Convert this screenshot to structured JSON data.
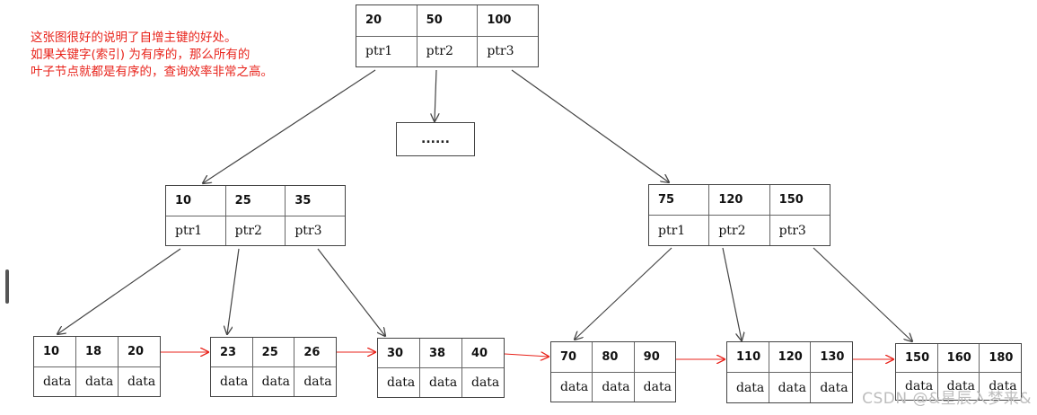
{
  "annotation": {
    "lines": [
      "这张图很好的说明了自增主键的好处。",
      "如果关键字(索引) 为有序的，那么所有的",
      "叶子节点就都是有序的，查询效率非常之高。"
    ],
    "color": "#e8231b"
  },
  "root": {
    "keys": [
      "20",
      "50",
      "100"
    ],
    "ptrs": [
      "ptr1",
      "ptr2",
      "ptr3"
    ]
  },
  "ellipsis": {
    "label": "......"
  },
  "internal_left": {
    "keys": [
      "10",
      "25",
      "35"
    ],
    "ptrs": [
      "ptr1",
      "ptr2",
      "ptr3"
    ]
  },
  "internal_right": {
    "keys": [
      "75",
      "120",
      "150"
    ],
    "ptrs": [
      "ptr1",
      "ptr2",
      "ptr3"
    ]
  },
  "leaves": [
    {
      "keys": [
        "10",
        "18",
        "20"
      ],
      "datas": [
        "data",
        "data",
        "data"
      ]
    },
    {
      "keys": [
        "23",
        "25",
        "26"
      ],
      "datas": [
        "data",
        "data",
        "data"
      ]
    },
    {
      "keys": [
        "30",
        "38",
        "40"
      ],
      "datas": [
        "data",
        "data",
        "data"
      ]
    },
    {
      "keys": [
        "70",
        "80",
        "90"
      ],
      "datas": [
        "data",
        "data",
        "data"
      ]
    },
    {
      "keys": [
        "110",
        "120",
        "130"
      ],
      "datas": [
        "data",
        "data",
        "data"
      ]
    },
    {
      "keys": [
        "150",
        "160",
        "180"
      ],
      "datas": [
        "data",
        "data",
        "data"
      ]
    }
  ],
  "colors": {
    "tree_edge": "#444444",
    "leaf_link": "#e8231b",
    "watermark": "#bdbdbd"
  },
  "watermark": {
    "text": "CSDN @&星辰入梦来&"
  }
}
